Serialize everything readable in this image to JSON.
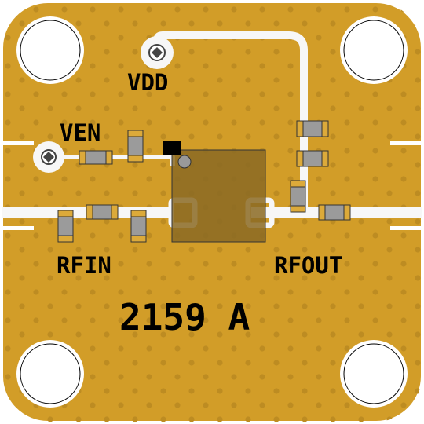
{
  "board": {
    "labels": {
      "vdd": "VDD",
      "ven": "VEN",
      "rfin": "RFIN",
      "rfout": "RFOUT",
      "part": "2159 A"
    },
    "colors": {
      "substrate": "#d29d28",
      "copper_trace": "#f7f7f7",
      "via_dot": "#bd8c22",
      "ic_body": "#8b6a23",
      "component_body": "#9b9b9b",
      "component_end": "#dcaa3a",
      "pin1_marker": "#000000"
    },
    "icons": [
      "mounting-hole",
      "via-pad",
      "chip-capacitor",
      "ic-package",
      "pin1-marker"
    ]
  }
}
